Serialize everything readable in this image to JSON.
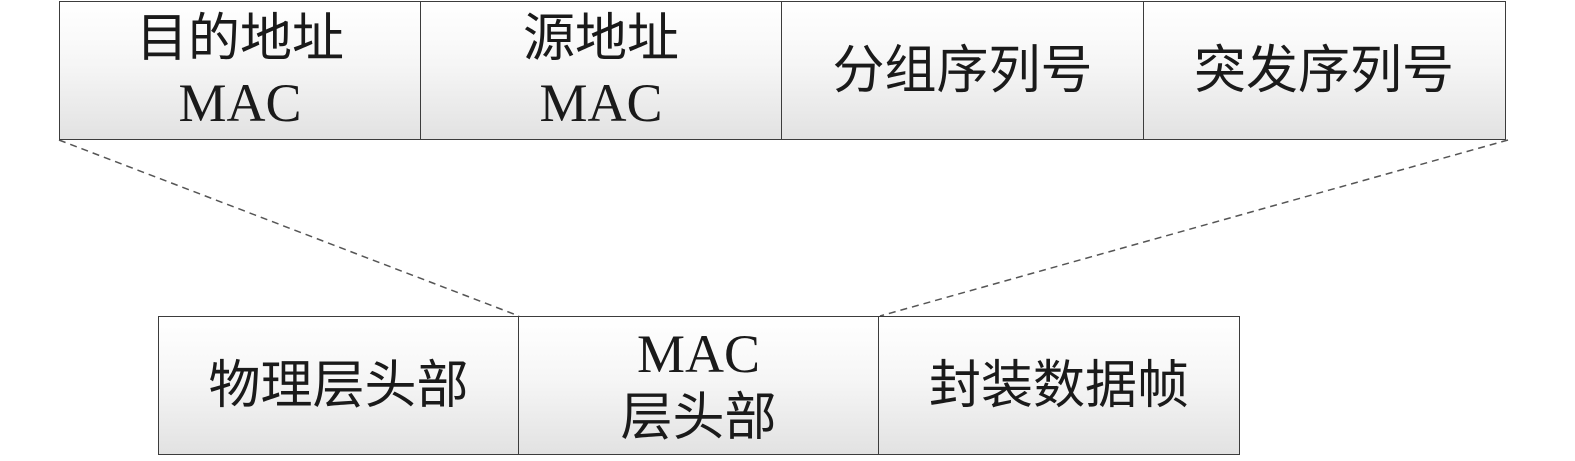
{
  "header_fields": [
    {
      "line1": "目的地址",
      "line2": "MAC"
    },
    {
      "line1": "源地址",
      "line2": "MAC"
    },
    {
      "line1": "分组序列号",
      "line2": ""
    },
    {
      "line1": "突发序列号",
      "line2": ""
    }
  ],
  "frame_fields": [
    {
      "line1": "物理层头部",
      "line2": ""
    },
    {
      "line1": "MAC",
      "line2": "层头部"
    },
    {
      "line1": "封装数据帧",
      "line2": ""
    }
  ],
  "colors": {
    "border": "#3c3c3c",
    "fill_top": "#ffffff",
    "fill_bottom": "#e2e2e2",
    "connector": "#555555"
  }
}
